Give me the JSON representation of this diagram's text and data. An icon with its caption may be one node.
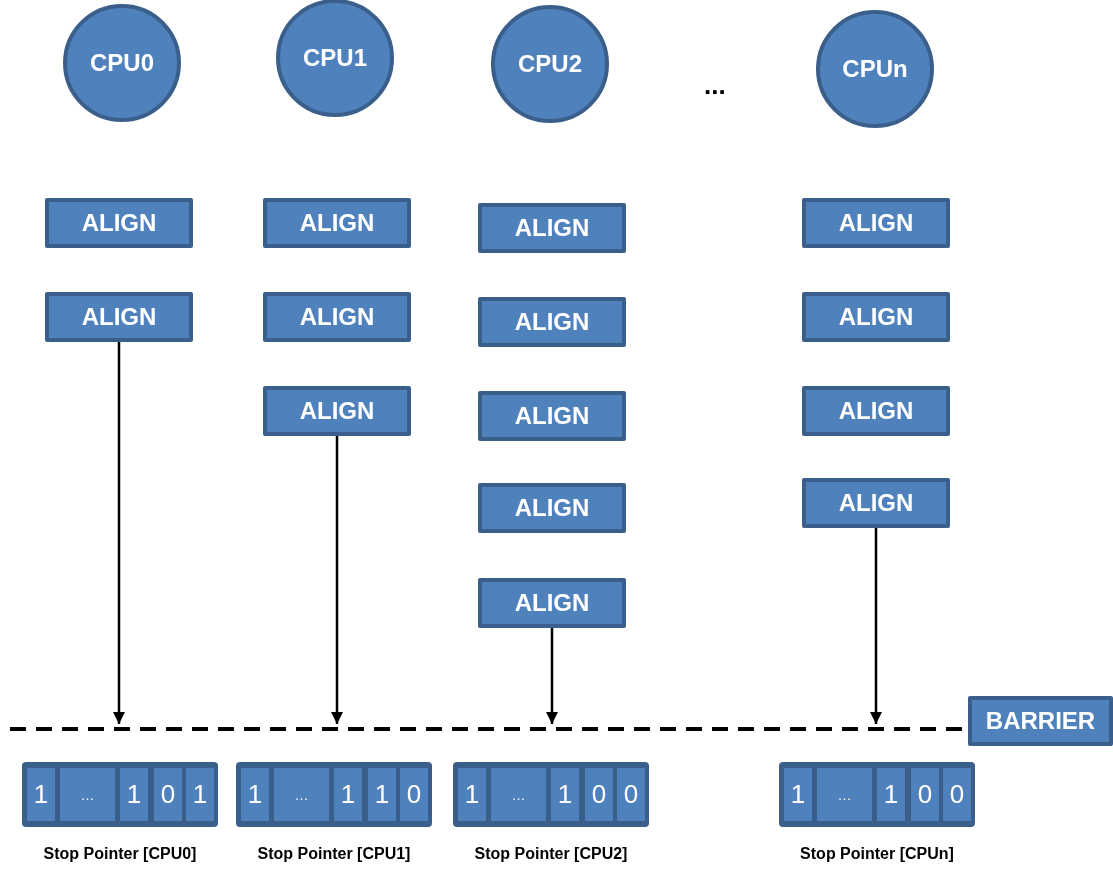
{
  "diagram": {
    "nodes": [
      {
        "text": [
          "CPU0"
        ]
      },
      {
        "text": [
          "CPU1"
        ]
      },
      {
        "text": [
          "CPU2"
        ]
      },
      {
        "text": [
          "CPUn"
        ]
      },
      {
        "text": [
          "ALIGN"
        ]
      },
      {
        "text": [
          "ALIGN"
        ]
      },
      {
        "text": [
          "ALIGN"
        ]
      },
      {
        "text": [
          "ALIGN"
        ]
      },
      {
        "text": [
          "ALIGN"
        ]
      },
      {
        "text": [
          "ALIGN"
        ]
      },
      {
        "text": [
          "ALIGN"
        ]
      },
      {
        "text": [
          "ALIGN"
        ]
      },
      {
        "text": [
          "ALIGN"
        ]
      },
      {
        "text": [
          "ALIGN"
        ]
      },
      {
        "text": [
          "ALIGN"
        ]
      },
      {
        "text": [
          "ALIGN"
        ]
      },
      {
        "text": [
          "ALIGN"
        ]
      },
      {
        "text": [
          "ALIGN"
        ]
      },
      {
        "text": [],
        "shape": "bar"
      },
      {
        "text": [
          "BARRIER"
        ]
      },
      {
        "text": [],
        "shape": "box",
        "beside": [
          "Stop Pointer [CPU0]"
        ]
      },
      {
        "text": [
          "1"
        ],
        "in": 20
      },
      {
        "text": [
          "…"
        ],
        "in": 20
      },
      {
        "text": [
          "1"
        ],
        "in": 20
      },
      {
        "text": [
          "0"
        ],
        "in": 20
      },
      {
        "text": [
          "1"
        ],
        "in": 20
      },
      {
        "text": [],
        "shape": "box",
        "beside": [
          "Stop Pointer [CPU1]"
        ]
      },
      {
        "text": [
          "1"
        ],
        "in": 26
      },
      {
        "text": [
          "…"
        ],
        "in": 26
      },
      {
        "text": [
          "1"
        ],
        "in": 26
      },
      {
        "text": [
          "1"
        ],
        "in": 26
      },
      {
        "text": [
          "0"
        ],
        "in": 26
      },
      {
        "text": [],
        "shape": "box",
        "beside": [
          "Stop Pointer [CPU2]"
        ]
      },
      {
        "text": [
          "1"
        ],
        "in": 32
      },
      {
        "text": [
          "…"
        ],
        "in": 32
      },
      {
        "text": [
          "1"
        ],
        "in": 32
      },
      {
        "text": [
          "0"
        ],
        "in": 32
      },
      {
        "text": [
          "0"
        ],
        "in": 32
      },
      {
        "text": [],
        "shape": "box",
        "beside": [
          "Stop Pointer [CPUn]"
        ]
      },
      {
        "text": [
          "1"
        ],
        "in": 38
      },
      {
        "text": [
          "…"
        ],
        "in": 38
      },
      {
        "text": [
          "1"
        ],
        "in": 38
      },
      {
        "text": [
          "0"
        ],
        "in": 38
      },
      {
        "text": [
          "0"
        ],
        "in": 38
      }
    ],
    "edges": [
      {
        "from": 5,
        "to": 18,
        "arrow": "to"
      },
      {
        "from": 8,
        "to": 18,
        "arrow": "to"
      },
      {
        "from": 13,
        "to": 18,
        "arrow": "to"
      },
      {
        "from": 17,
        "to": 18,
        "arrow": "to"
      }
    ],
    "labels": [
      "..."
    ]
  }
}
